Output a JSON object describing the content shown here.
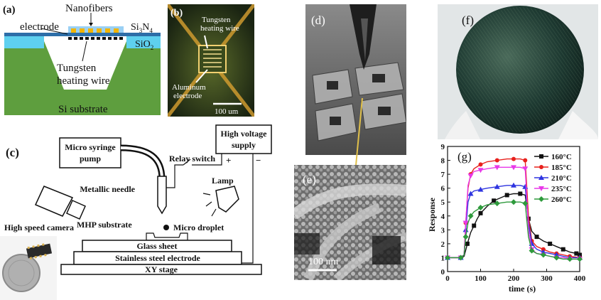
{
  "panel_a": {
    "letter": "(a)",
    "labels": {
      "nanofibers": "Nanofibers",
      "electrode": "electrode",
      "si3n4_main": "Si",
      "si3n4_sub": "3",
      "si3n4_tail": "N",
      "si3n4_sub2": "4",
      "sio2_main": "SiO",
      "sio2_sub": "2",
      "tungsten_line1": "Tungsten",
      "tungsten_line2": "heating wire",
      "substrate": "Si substrate"
    },
    "colors": {
      "substrate": "#5e9e3e",
      "oxide": "#5ed0ef",
      "nitride": "#2d6ea8",
      "electrode": "#f2b400"
    }
  },
  "panel_b": {
    "letter": "(b)",
    "labels": {
      "tungsten_line1": "Tungsten",
      "tungsten_line2": "heating wire",
      "aluminum_line1": "Aluminum",
      "aluminum_line2": "electrode",
      "scale": "100 um"
    }
  },
  "panel_c": {
    "letter": "(c)",
    "labels": {
      "pump_line1": "Micro syringe",
      "pump_line2": "pump",
      "hv_line1": "High voltage",
      "hv_line2": "supply",
      "relay": "Relay switch",
      "plus": "+",
      "minus": "−",
      "needle": "Metallic needle",
      "lamp": "Lamp",
      "camera": "High speed camera",
      "droplet": "Micro droplet",
      "mhp": "MHP substrate",
      "glass": "Glass sheet",
      "steel": "Stainless steel electrode",
      "stage": "XY stage"
    }
  },
  "panel_d": {
    "letter": "(d)"
  },
  "panel_e": {
    "letter": "(e)",
    "scale": "100 nm"
  },
  "panel_f": {
    "letter": "(f)"
  },
  "panel_g": {
    "letter": "(g)",
    "chart_data": {
      "type": "line",
      "xlabel": "time (s)",
      "ylabel": "Response",
      "xlim": [
        0,
        400
      ],
      "ylim": [
        0,
        9
      ],
      "xticks": [
        0,
        100,
        200,
        300,
        400
      ],
      "yticks": [
        0,
        1,
        2,
        3,
        4,
        5,
        6,
        7,
        8,
        9
      ],
      "grid": false,
      "legend_position": "top-right",
      "series": [
        {
          "name": "160°C",
          "color": "#111111",
          "marker": "square",
          "points": [
            [
              0,
              1
            ],
            [
              20,
              1
            ],
            [
              40,
              1
            ],
            [
              50,
              1.1
            ],
            [
              60,
              2.0
            ],
            [
              70,
              2.8
            ],
            [
              80,
              3.3
            ],
            [
              90,
              3.8
            ],
            [
              100,
              4.2
            ],
            [
              120,
              4.7
            ],
            [
              140,
              5.1
            ],
            [
              160,
              5.3
            ],
            [
              180,
              5.5
            ],
            [
              200,
              5.6
            ],
            [
              220,
              5.6
            ],
            [
              235,
              5.5
            ],
            [
              245,
              3.8
            ],
            [
              255,
              2.9
            ],
            [
              270,
              2.5
            ],
            [
              290,
              2.2
            ],
            [
              310,
              2.0
            ],
            [
              330,
              1.8
            ],
            [
              350,
              1.6
            ],
            [
              370,
              1.4
            ],
            [
              390,
              1.3
            ],
            [
              400,
              1.2
            ]
          ]
        },
        {
          "name": "185°C",
          "color": "#e8201c",
          "marker": "circle",
          "points": [
            [
              0,
              1
            ],
            [
              20,
              1
            ],
            [
              40,
              1
            ],
            [
              50,
              1.2
            ],
            [
              55,
              3.5
            ],
            [
              62,
              6.0
            ],
            [
              70,
              7.0
            ],
            [
              80,
              7.4
            ],
            [
              100,
              7.7
            ],
            [
              120,
              7.9
            ],
            [
              150,
              8.0
            ],
            [
              180,
              8.1
            ],
            [
              200,
              8.1
            ],
            [
              220,
              8.1
            ],
            [
              235,
              8.0
            ],
            [
              245,
              4.0
            ],
            [
              255,
              2.2
            ],
            [
              270,
              1.8
            ],
            [
              290,
              1.6
            ],
            [
              310,
              1.4
            ],
            [
              330,
              1.3
            ],
            [
              350,
              1.2
            ],
            [
              370,
              1.1
            ],
            [
              400,
              1.0
            ]
          ]
        },
        {
          "name": "210°C",
          "color": "#2e34e0",
          "marker": "triangle",
          "points": [
            [
              0,
              1
            ],
            [
              20,
              1
            ],
            [
              40,
              1
            ],
            [
              50,
              1.2
            ],
            [
              55,
              3.0
            ],
            [
              62,
              5.0
            ],
            [
              70,
              5.6
            ],
            [
              80,
              5.8
            ],
            [
              100,
              5.9
            ],
            [
              120,
              6.0
            ],
            [
              150,
              6.1
            ],
            [
              180,
              6.2
            ],
            [
              200,
              6.2
            ],
            [
              220,
              6.2
            ],
            [
              235,
              6.1
            ],
            [
              245,
              3.5
            ],
            [
              255,
              2.0
            ],
            [
              270,
              1.6
            ],
            [
              290,
              1.4
            ],
            [
              310,
              1.3
            ],
            [
              330,
              1.2
            ],
            [
              350,
              1.1
            ],
            [
              370,
              1.0
            ],
            [
              400,
              1.0
            ]
          ]
        },
        {
          "name": "235°C",
          "color": "#e838e8",
          "marker": "triangle-down",
          "points": [
            [
              0,
              1
            ],
            [
              20,
              1
            ],
            [
              40,
              1
            ],
            [
              50,
              1.2
            ],
            [
              55,
              3.5
            ],
            [
              62,
              6.2
            ],
            [
              70,
              6.9
            ],
            [
              80,
              7.2
            ],
            [
              100,
              7.3
            ],
            [
              120,
              7.4
            ],
            [
              150,
              7.5
            ],
            [
              180,
              7.5
            ],
            [
              200,
              7.5
            ],
            [
              220,
              7.5
            ],
            [
              235,
              7.4
            ],
            [
              245,
              3.0
            ],
            [
              255,
              1.6
            ],
            [
              270,
              1.3
            ],
            [
              290,
              1.2
            ],
            [
              310,
              1.1
            ],
            [
              330,
              1.0
            ],
            [
              350,
              1.0
            ],
            [
              370,
              0.9
            ],
            [
              400,
              0.9
            ]
          ]
        },
        {
          "name": "260°C",
          "color": "#2e9a3c",
          "marker": "diamond",
          "points": [
            [
              0,
              1
            ],
            [
              20,
              1
            ],
            [
              40,
              1
            ],
            [
              50,
              1.2
            ],
            [
              55,
              2.5
            ],
            [
              62,
              3.5
            ],
            [
              70,
              4.0
            ],
            [
              80,
              4.3
            ],
            [
              100,
              4.6
            ],
            [
              120,
              4.8
            ],
            [
              150,
              4.9
            ],
            [
              180,
              5.0
            ],
            [
              200,
              5.0
            ],
            [
              220,
              5.0
            ],
            [
              235,
              4.9
            ],
            [
              245,
              2.5
            ],
            [
              255,
              1.5
            ],
            [
              270,
              1.3
            ],
            [
              290,
              1.2
            ],
            [
              310,
              1.1
            ],
            [
              330,
              1.0
            ],
            [
              350,
              0.9
            ],
            [
              370,
              0.9
            ],
            [
              400,
              0.9
            ]
          ]
        }
      ]
    }
  }
}
